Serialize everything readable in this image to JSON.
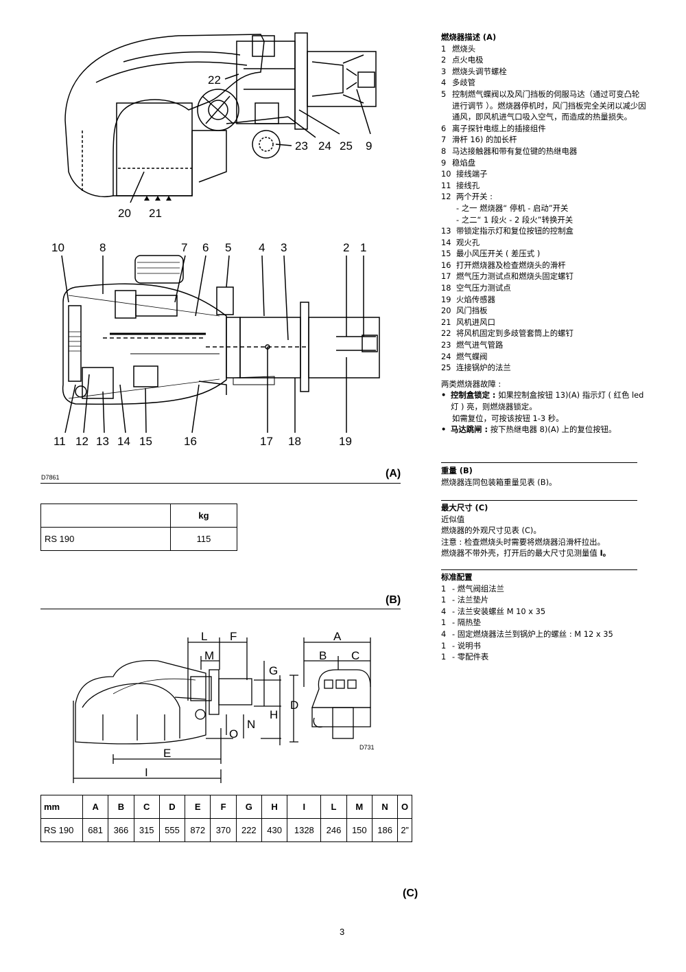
{
  "fig_a": {
    "code": "D7861",
    "caption": "(A)",
    "top_labels": [
      "22",
      "23",
      "24",
      "25",
      "9",
      "20",
      "21"
    ],
    "mid_labels_top": [
      "10",
      "8",
      "7",
      "6",
      "5",
      "4",
      "3",
      "2",
      "1"
    ],
    "mid_labels_bottom": [
      "11",
      "12",
      "13",
      "14",
      "15",
      "16",
      "17",
      "18",
      "19"
    ]
  },
  "fig_b": {
    "caption": "(B)",
    "header": [
      "",
      "kg"
    ],
    "row": [
      "RS 190",
      "115"
    ]
  },
  "fig_c": {
    "code": "D731",
    "caption": "(C)",
    "letters": [
      "L",
      "F",
      "M",
      "G",
      "D",
      "O",
      "N",
      "H",
      "E",
      "I",
      "A",
      "B",
      "C"
    ],
    "header": [
      "mm",
      "A",
      "B",
      "C",
      "D",
      "E",
      "F",
      "G",
      "H",
      "I",
      "L",
      "M",
      "N",
      "O"
    ],
    "row": [
      "RS 190",
      "681",
      "366",
      "315",
      "555",
      "872",
      "370",
      "222",
      "430",
      "1328",
      "246",
      "150",
      "186",
      "2”"
    ]
  },
  "desc": {
    "title": "燃烧器描述 (A)",
    "items": [
      {
        "n": "1",
        "t": "燃烧头"
      },
      {
        "n": "2",
        "t": "点火电极"
      },
      {
        "n": "3",
        "t": "燃烧头调节螺栓"
      },
      {
        "n": "4",
        "t": "多歧管"
      },
      {
        "n": "5",
        "t": "控制燃气蝶阀以及风门挡板的伺服马达（通过可变凸轮进行调节 ）。燃烧器停机时，风门挡板完全关闭以减少因通风，即风机进气口吸入空气，而造成的热量损失。"
      },
      {
        "n": "6",
        "t": "离子探针电缆上的插接组件"
      },
      {
        "n": "7",
        "t": "滑杆 16) 的加长杆"
      },
      {
        "n": "8",
        "t": "马达接触器和带有复位键的热继电器"
      },
      {
        "n": "9",
        "t": "稳焰盘"
      },
      {
        "n": "10",
        "t": "接线端子"
      },
      {
        "n": "11",
        "t": "接线孔"
      },
      {
        "n": "12",
        "t": "两个开关 :"
      },
      {
        "n": "",
        "t": "- 之一 燃烧器“ 停机 - 启动”开关"
      },
      {
        "n": "",
        "t": "- 之二“ 1 段火 - 2 段火”转换开关"
      },
      {
        "n": "13",
        "t": "带锁定指示灯和复位按钮的控制盒"
      },
      {
        "n": "14",
        "t": "观火孔"
      },
      {
        "n": "15",
        "t": "最小风压开关 ( 差压式 )"
      },
      {
        "n": "16",
        "t": "打开燃烧器及检查燃烧头的滑杆"
      },
      {
        "n": "17",
        "t": "燃气压力测试点和燃烧头固定螺钉"
      },
      {
        "n": "18",
        "t": "空气压力测试点"
      },
      {
        "n": "19",
        "t": "火焰传感器"
      },
      {
        "n": "20",
        "t": "风门挡板"
      },
      {
        "n": "21",
        "t": "风机进风口"
      },
      {
        "n": "22",
        "t": "将风机固定到多歧管套筒上的螺钉"
      },
      {
        "n": "23",
        "t": "燃气进气管路"
      },
      {
        "n": "24",
        "t": "燃气蝶阀"
      },
      {
        "n": "25",
        "t": "连接锅炉的法兰"
      }
    ],
    "faults_intro": "两类燃烧器故障 :",
    "fault1_label": "控制盒锁定 :",
    "fault1_text": " 如果控制盒按钮 13)(A) 指示灯 ( 红色 led 灯 ) 亮，则燃烧器锁定。",
    "fault1_extra": "如需复位，可按该按钮 1-3 秒。",
    "fault2_label": "马达跳闸 :",
    "fault2_text": " 按下热继电器 8)(A) 上的复位按钮。"
  },
  "weight": {
    "title": "重量 (B)",
    "text": "燃烧器连同包装箱重量见表 (B)。"
  },
  "dims": {
    "title": "最大尺寸 (C)",
    "line1": "近似值",
    "line2": "燃烧器的外观尺寸见表 (C)。",
    "line3": "注意 : 检查燃烧头时需要将燃烧器沿滑杆拉出。",
    "line4a": "燃烧器不带外壳，打开后的最大尺寸见测量值 ",
    "line4b": "I。"
  },
  "std": {
    "title": "标准配置",
    "items": [
      {
        "n": "1",
        "t": "- 燃气阀组法兰"
      },
      {
        "n": "1",
        "t": "- 法兰垫片"
      },
      {
        "n": "4",
        "t": "- 法兰安装螺丝 M 10 x 35"
      },
      {
        "n": "1",
        "t": "- 隔热垫"
      },
      {
        "n": "4",
        "t": "- 固定燃烧器法兰到锅炉上的螺丝 : M 12 x 35"
      },
      {
        "n": "1",
        "t": "- 说明书"
      },
      {
        "n": "1",
        "t": "- 零配件表"
      }
    ]
  },
  "page_number": "3"
}
